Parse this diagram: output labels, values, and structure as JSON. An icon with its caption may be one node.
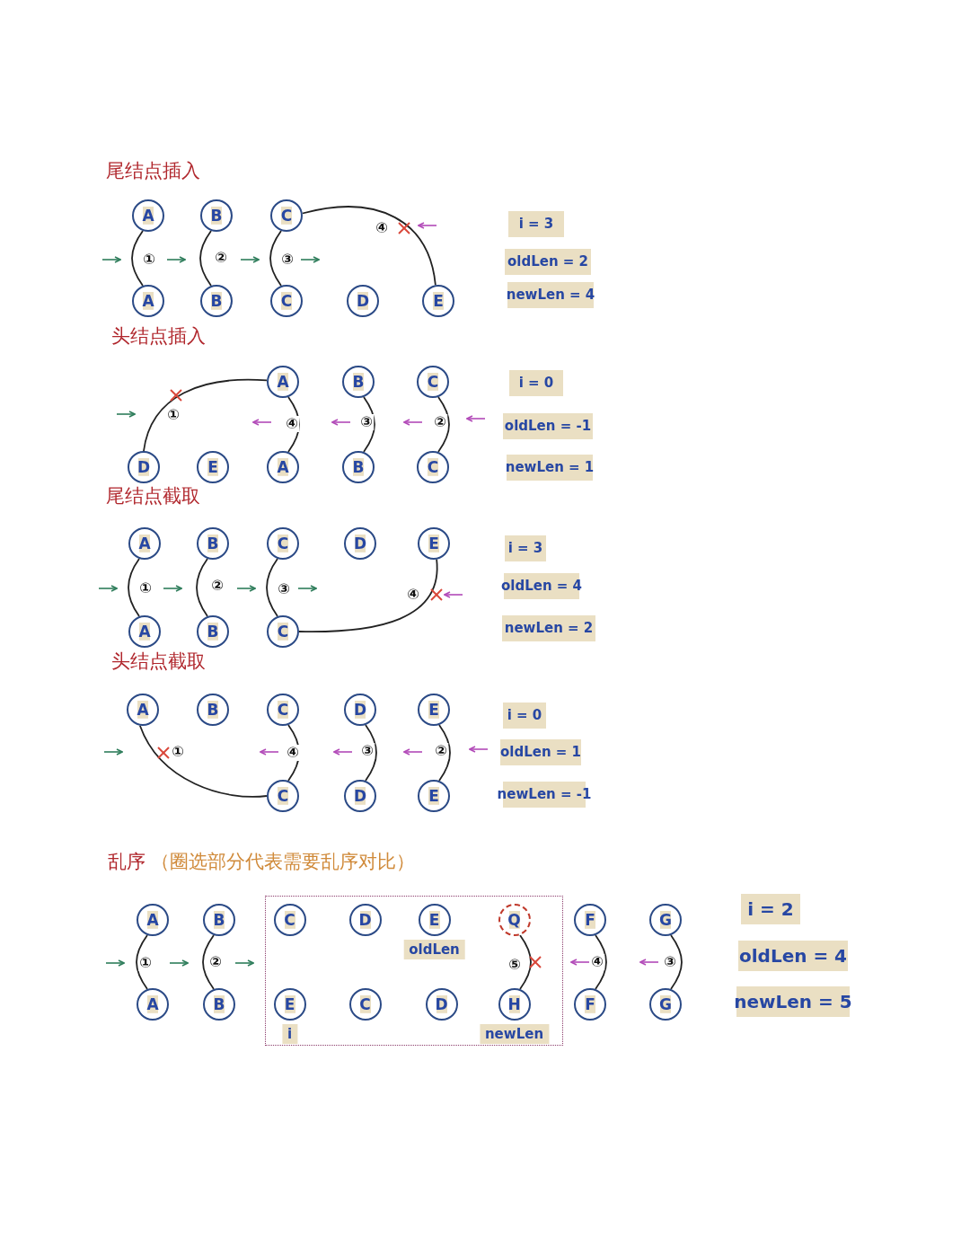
{
  "diagram": {
    "nodes": [
      {
        "text": [
          "A"
        ]
      },
      {
        "text": [
          "B"
        ]
      },
      {
        "text": [
          "C"
        ]
      },
      {
        "text": [
          "A"
        ]
      },
      {
        "text": [
          "B"
        ]
      },
      {
        "text": [
          "C"
        ]
      },
      {
        "text": [
          "D"
        ]
      },
      {
        "text": [
          "E"
        ]
      },
      {
        "text": [
          "i = 3"
        ]
      },
      {
        "text": [
          "oldLen = 2"
        ]
      },
      {
        "text": [
          "newLen = 4"
        ]
      },
      {
        "text": [
          "A"
        ]
      },
      {
        "text": [
          "B"
        ]
      },
      {
        "text": [
          "C"
        ]
      },
      {
        "text": [
          "D"
        ]
      },
      {
        "text": [
          "E"
        ]
      },
      {
        "text": [
          "A"
        ]
      },
      {
        "text": [
          "B"
        ]
      },
      {
        "text": [
          "C"
        ]
      },
      {
        "text": [
          "i = 0"
        ]
      },
      {
        "text": [
          "oldLen = -1"
        ]
      },
      {
        "text": [
          "newLen = 1"
        ]
      },
      {
        "text": [
          "A"
        ]
      },
      {
        "text": [
          "B"
        ]
      },
      {
        "text": [
          "C"
        ]
      },
      {
        "text": [
          "D"
        ]
      },
      {
        "text": [
          "E"
        ]
      },
      {
        "text": [
          "A"
        ]
      },
      {
        "text": [
          "B"
        ]
      },
      {
        "text": [
          "C"
        ]
      },
      {
        "text": [
          "i = 3"
        ]
      },
      {
        "text": [
          "oldLen = 4"
        ]
      },
      {
        "text": [
          "newLen = 2"
        ]
      },
      {
        "text": [
          "A"
        ]
      },
      {
        "text": [
          "B"
        ]
      },
      {
        "text": [
          "C"
        ]
      },
      {
        "text": [
          "D"
        ]
      },
      {
        "text": [
          "E"
        ]
      },
      {
        "text": [
          "C"
        ]
      },
      {
        "text": [
          "D"
        ]
      },
      {
        "text": [
          "E"
        ]
      },
      {
        "text": [
          "i = 0"
        ]
      },
      {
        "text": [
          "oldLen = 1"
        ]
      },
      {
        "text": [
          "newLen = -1"
        ]
      },
      {
        "text": [
          "A"
        ]
      },
      {
        "text": [
          "B"
        ]
      },
      {
        "text": [],
        "shape": "box"
      },
      {
        "text": [
          "C"
        ],
        "in": 46
      },
      {
        "text": [
          "D"
        ],
        "in": 46
      },
      {
        "text": [
          "E"
        ],
        "in": 46,
        "beside": [
          "oldLen"
        ]
      },
      {
        "text": [
          "Q"
        ],
        "in": 46
      },
      {
        "text": [
          "F"
        ]
      },
      {
        "text": [
          "G"
        ]
      },
      {
        "text": [
          "A"
        ]
      },
      {
        "text": [
          "B"
        ]
      },
      {
        "text": [
          "E"
        ],
        "in": 46,
        "beside": [
          "i"
        ]
      },
      {
        "text": [
          "C"
        ],
        "in": 46
      },
      {
        "text": [
          "D"
        ],
        "in": 46
      },
      {
        "text": [
          "H"
        ],
        "in": 46,
        "beside": [
          "newLen"
        ]
      },
      {
        "text": [
          "F"
        ]
      },
      {
        "text": [
          "G"
        ]
      },
      {
        "text": [
          "i = 2"
        ]
      },
      {
        "text": [
          "oldLen = 4"
        ]
      },
      {
        "text": [
          "newLen = 5"
        ]
      }
    ],
    "edges": [
      {
        "from": 0,
        "to": 3,
        "arrow": "none",
        "label": "①"
      },
      {
        "from": 1,
        "to": 4,
        "arrow": "none",
        "label": "②"
      },
      {
        "from": 2,
        "to": 5,
        "arrow": "none",
        "label": "③"
      },
      {
        "from": 2,
        "to": 7,
        "arrow": "none",
        "label": "④"
      },
      {
        "from": 11,
        "to": 14,
        "arrow": "none",
        "label": "①"
      },
      {
        "from": 13,
        "to": 18,
        "arrow": "none",
        "label": "②"
      },
      {
        "from": 12,
        "to": 17,
        "arrow": "none",
        "label": "③"
      },
      {
        "from": 11,
        "to": 16,
        "arrow": "none",
        "label": "④"
      },
      {
        "from": 22,
        "to": 27,
        "arrow": "none",
        "label": "①"
      },
      {
        "from": 23,
        "to": 28,
        "arrow": "none",
        "label": "②"
      },
      {
        "from": 24,
        "to": 29,
        "arrow": "none",
        "label": "③"
      },
      {
        "from": 26,
        "to": 29,
        "arrow": "none",
        "label": "④"
      },
      {
        "from": 33,
        "to": 38,
        "arrow": "none",
        "label": "①"
      },
      {
        "from": 37,
        "to": 40,
        "arrow": "none",
        "label": "②"
      },
      {
        "from": 36,
        "to": 39,
        "arrow": "none",
        "label": "③"
      },
      {
        "from": 35,
        "to": 38,
        "arrow": "none",
        "label": "④"
      },
      {
        "from": 44,
        "to": 53,
        "arrow": "none",
        "label": "①"
      },
      {
        "from": 45,
        "to": 54,
        "arrow": "none",
        "label": "②"
      },
      {
        "from": 52,
        "to": 60,
        "arrow": "none",
        "label": "③"
      },
      {
        "from": 51,
        "to": 59,
        "arrow": "none",
        "label": "④"
      },
      {
        "from": 50,
        "to": 58,
        "arrow": "none",
        "label": "⑤"
      }
    ],
    "labels": [
      "尾结点插入",
      "头结点插入",
      "尾结点截取",
      "头结点截取",
      "乱序",
      "（圈选部分代表需要乱序对比）"
    ]
  }
}
